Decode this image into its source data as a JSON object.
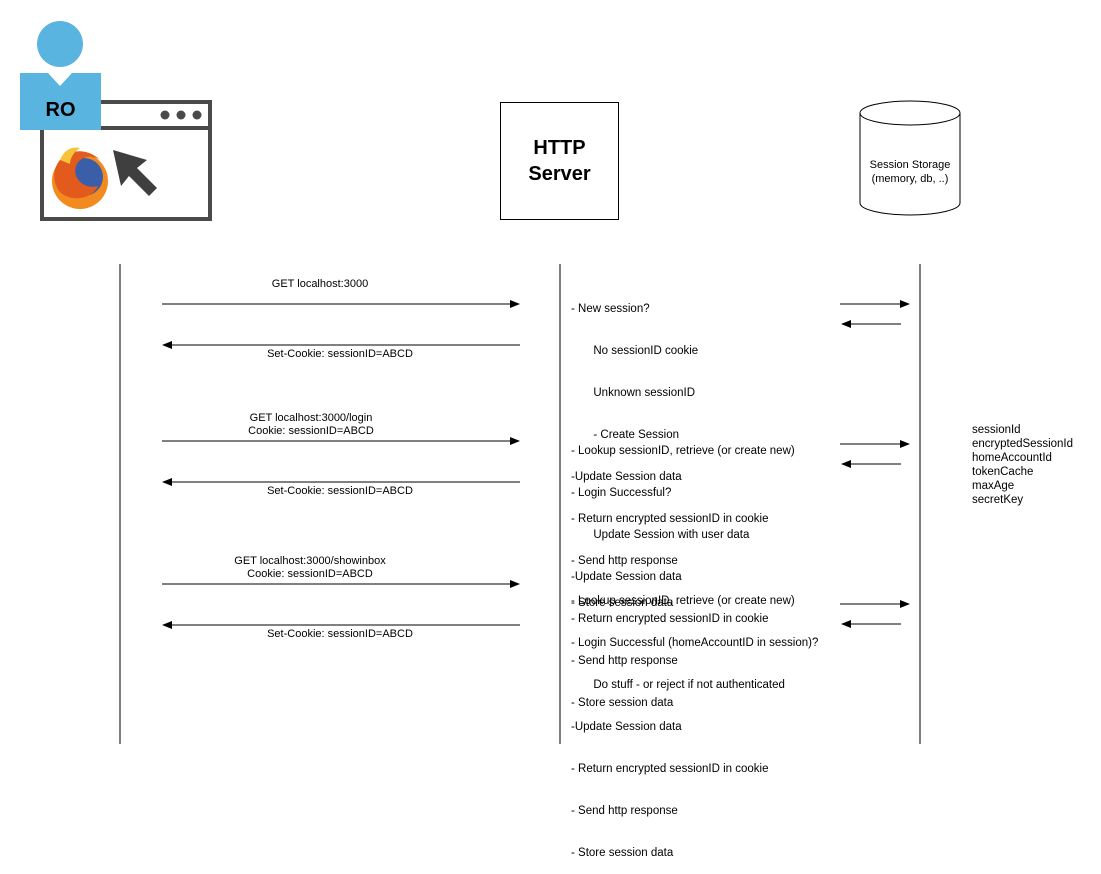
{
  "actors": {
    "client_badge": "RO",
    "server_line1": "HTTP",
    "server_line2": "Server",
    "storage_line1": "Session Storage",
    "storage_line2": "(memory, db, ..)"
  },
  "colors": {
    "accent": "#5ab4e0",
    "browser_frame": "#4a4a4a",
    "line": "#000000"
  },
  "icons": {
    "browser": "browser-window-icon",
    "firefox": "firefox-logo-icon",
    "cursor": "cursor-arrow-icon",
    "user": "user-icon"
  },
  "exchanges": [
    {
      "request_line1": "GET localhost:3000",
      "request_line2": "",
      "response": "Set-Cookie: sessionID=ABCD",
      "steps": [
        "- New session?",
        "       No sessionID cookie",
        "       Unknown sessionID",
        "       - Create Session",
        "-Update Session data",
        "- Return encrypted sessionID in cookie",
        "- Send http response",
        "- Store session data"
      ]
    },
    {
      "request_line1": "GET localhost:3000/login",
      "request_line2": "Cookie: sessionID=ABCD",
      "response": "Set-Cookie: sessionID=ABCD",
      "steps": [
        "- Lookup sessionID, retrieve (or create new)",
        "- Login Successful?",
        "       Update Session with user data",
        "-Update Session data",
        "- Return encrypted sessionID in cookie",
        "- Send http response",
        "- Store session data"
      ]
    },
    {
      "request_line1": "GET localhost:3000/showinbox",
      "request_line2": "Cookie: sessionID=ABCD",
      "response": "Set-Cookie: sessionID=ABCD",
      "steps": [
        "- Lookup sessionID, retrieve (or create new)",
        "- Login Successful (homeAccountID in session)?",
        "       Do stuff - or reject if not authenticated",
        "-Update Session data",
        "- Return encrypted sessionID in cookie",
        "- Send http response",
        "- Store session data"
      ]
    }
  ],
  "session_fields": [
    "sessionId",
    "encryptedSessionId",
    "homeAccountId",
    "tokenCache",
    "maxAge",
    "secretKey"
  ]
}
